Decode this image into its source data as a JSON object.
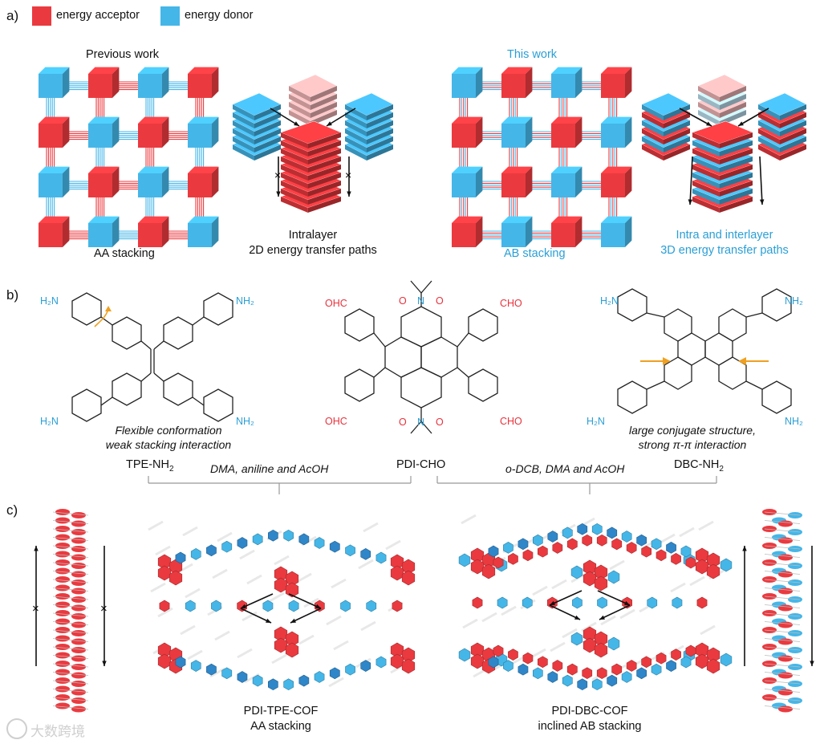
{
  "panel_a": {
    "label": "a)",
    "legend": [
      {
        "label": "energy acceptor",
        "color": "#ea3a3f"
      },
      {
        "label": "energy donor",
        "color": "#45b6e8"
      }
    ],
    "previous_title": "Previous work",
    "this_title": "This work",
    "aa_caption": "AA stacking",
    "ab_caption": "AB stacking",
    "intralayer_line1": "Intralayer",
    "intralayer_line2": "2D energy transfer paths",
    "interlayer_line1": "Intra and interlayer",
    "interlayer_line2": "3D energy transfer paths"
  },
  "panel_b": {
    "label": "b)",
    "tpe": {
      "name": "TPE-NH",
      "sub": "2",
      "note1": "Flexible conformation",
      "note2": "weak stacking interaction",
      "amine": "H₂N",
      "amine_r": "NH₂"
    },
    "pdi": {
      "name": "PDI-CHO",
      "aldehyde_l": "OHC",
      "aldehyde_r": "CHO",
      "n": "N",
      "o": "O"
    },
    "dbc": {
      "name": "DBC-NH",
      "sub": "2",
      "note1": "large conjugate structure,",
      "note2": "strong π-π interaction",
      "amine": "H₂N",
      "amine_r": "NH₂"
    },
    "cond_left": "DMA, aniline and AcOH",
    "cond_right": "o-DCB, DMA and AcOH"
  },
  "panel_c": {
    "label": "c)",
    "left_name": "PDI-TPE-COF",
    "left_sub": "AA stacking",
    "right_name": "PDI-DBC-COF",
    "right_sub": "inclined AB stacking"
  },
  "watermark": "大数跨境",
  "colors": {
    "red": "#ea3a3f",
    "blue": "#45b6e8",
    "text_blue": "#2a9fd6",
    "text_red": "#e8323c"
  }
}
